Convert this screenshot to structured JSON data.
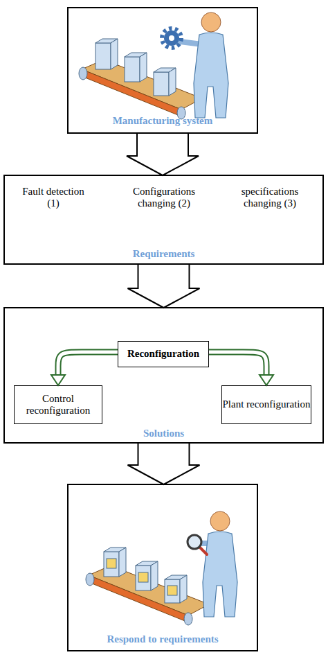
{
  "diagram": {
    "nodes": [
      {
        "text": [
          "Manufacturing system"
        ]
      },
      {
        "text": [
          "Fault detection (1)",
          "Configurations changing (2)",
          "specifications changing (3)",
          "Requirements"
        ]
      },
      {
        "text": [
          "Solutions"
        ]
      },
      {
        "text": [
          "Reconfiguration"
        ],
        "in": 2
      },
      {
        "text": [
          "Control reconfiguration"
        ],
        "in": 2
      },
      {
        "text": [
          "Plant reconfiguration"
        ],
        "in": 2
      },
      {
        "text": [
          "Respond to requirements"
        ]
      }
    ],
    "edges": [
      {
        "from": 0,
        "to": 1,
        "arrow": "to"
      },
      {
        "from": 1,
        "to": 2,
        "arrow": "to"
      },
      {
        "from": 3,
        "to": 4,
        "arrow": "to"
      },
      {
        "from": 3,
        "to": 5,
        "arrow": "to"
      },
      {
        "from": 2,
        "to": 6,
        "arrow": "to"
      }
    ]
  }
}
